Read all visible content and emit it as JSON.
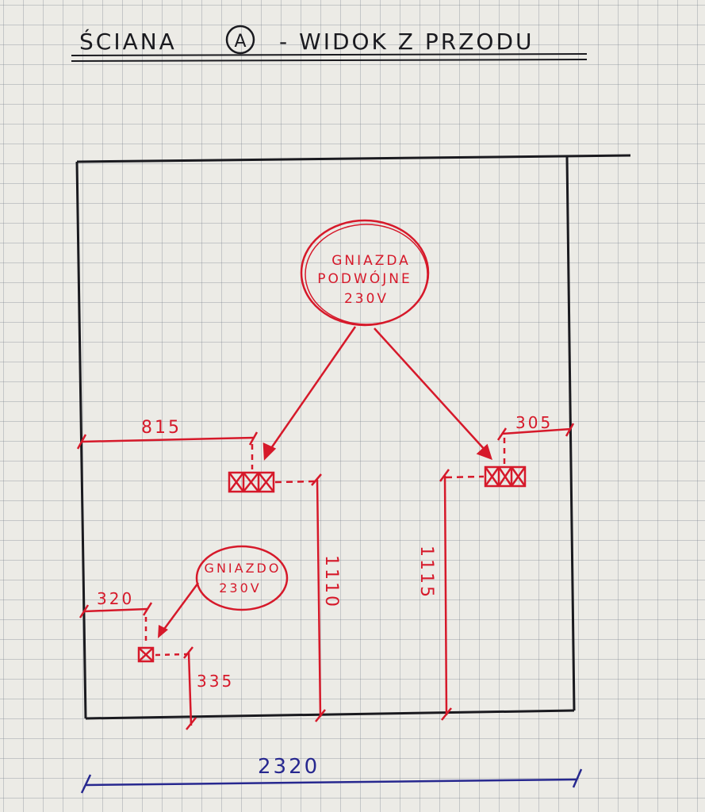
{
  "title": {
    "main": "ŚCIANA",
    "wall_id": "A",
    "suffix": "- WIDOK Z PRZODU"
  },
  "callouts": {
    "double_socket": [
      "GNIAZDA",
      "PODWÓJNE",
      "230V"
    ],
    "single_socket": [
      "GNIAZDO",
      "230V"
    ]
  },
  "dimensions": {
    "left_double_offset": "815",
    "right_double_offset": "305",
    "single_offset": "320",
    "left_double_height": "1110",
    "right_double_height": "1115",
    "single_height": "335",
    "wall_width": "2320"
  },
  "colors": {
    "ink_red": "#d6192a",
    "ink_black": "#1a1a1f",
    "ink_blue": "#27288f",
    "paper": "#ecebe6"
  }
}
